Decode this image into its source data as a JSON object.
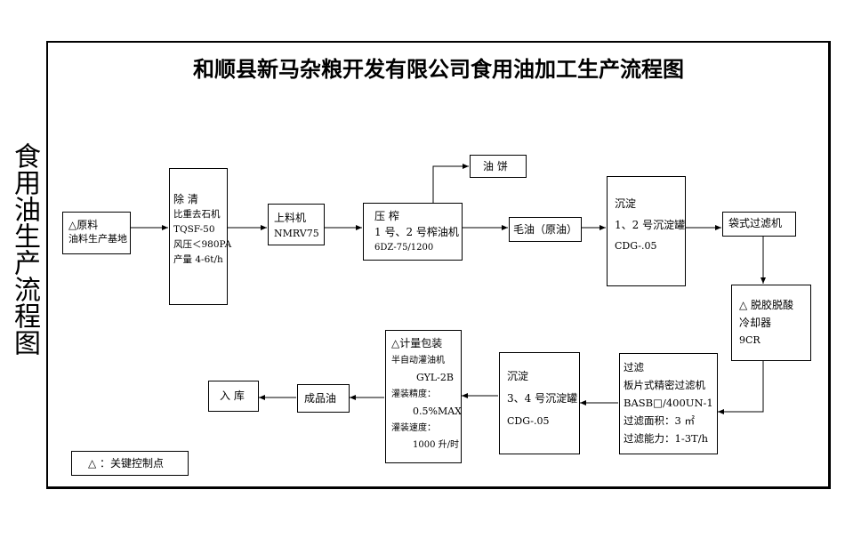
{
  "side_title": "食用油生产流程图",
  "title": "和顺县新马杂粮开发有限公司食用油加工生产流程图",
  "nodes": {
    "raw": {
      "lines": [
        "△原料",
        "油料生产基地"
      ]
    },
    "clean": {
      "lines": [
        "除  清",
        "比重去石机",
        "TQSF-50",
        "风压＜980PA",
        "产量 4-6t/h"
      ]
    },
    "feeder": {
      "lines": [
        "上料机",
        "NMRV75"
      ]
    },
    "press": {
      "lines": [
        "压  榨",
        "1 号、2 号榨油机",
        "6DZ-75/1200"
      ]
    },
    "cake": {
      "lines": [
        "油   饼"
      ]
    },
    "crude": {
      "lines": [
        "毛油（原油）"
      ]
    },
    "settle12": {
      "lines": [
        "沉淀",
        "1、2 号沉淀罐",
        "CDG-.05"
      ]
    },
    "bagfilter": {
      "lines": [
        "袋式过滤机"
      ]
    },
    "degum": {
      "lines": [
        "△  脱胶脱酸",
        "冷却器",
        "9CR"
      ]
    },
    "platefilter": {
      "lines": [
        "过滤",
        "板片式精密过滤机",
        "BASB□/400UN-1",
        "过滤面积：3 ㎡",
        "过滤能力：1-3T/h"
      ]
    },
    "settle34": {
      "lines": [
        "沉淀",
        "3、4 号沉淀罐",
        "CDG-.05"
      ]
    },
    "pack": {
      "lines": [
        "△计量包装",
        "半自动灌油机",
        "GYL-2B",
        "灌装精度：",
        "0.5%MAX",
        "灌装速度：",
        "1000 升/时"
      ]
    },
    "product": {
      "lines": [
        "成品油"
      ]
    },
    "storage": {
      "lines": [
        "入  库"
      ]
    }
  },
  "legend": "△ ：关键控制点"
}
